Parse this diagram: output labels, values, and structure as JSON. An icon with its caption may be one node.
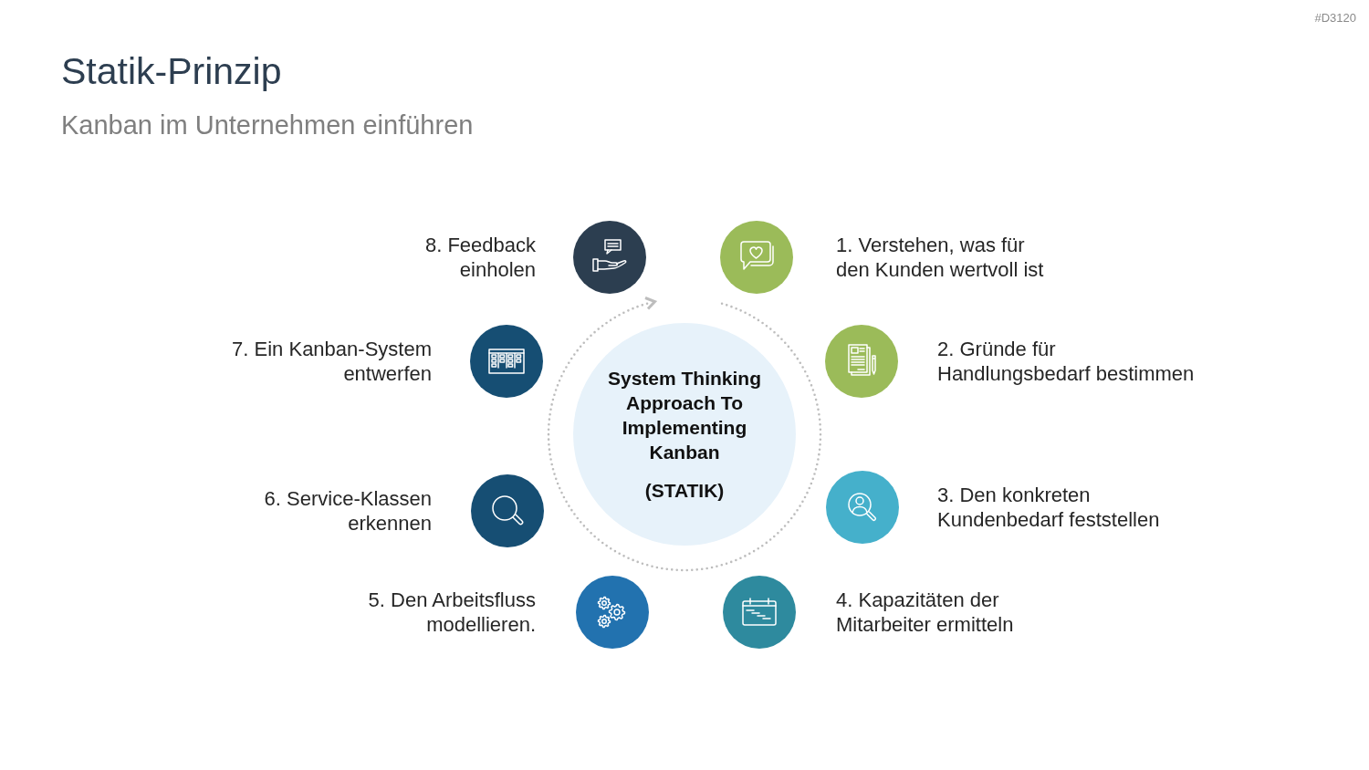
{
  "diagram": {
    "title": "Statik-Prinzip",
    "nodes": [
      {
        "text": [
          "System Thinking Approach To Implementing Kanban",
          "(STATIK)"
        ]
      },
      {
        "text": [],
        "shape": "circle",
        "beside": [
          "1. Verstehen, was für den Kunden wertvoll ist"
        ]
      },
      {
        "text": [],
        "shape": "circle",
        "beside": [
          "2. Gründe für Handlungsbedarf bestimmen"
        ]
      },
      {
        "text": [],
        "shape": "circle",
        "beside": [
          "3. Den konkreten Kundenbedarf feststellen"
        ]
      },
      {
        "text": [],
        "shape": "circle",
        "beside": [
          "4. Kapazitäten der Mitarbeiter ermitteln"
        ]
      },
      {
        "text": [],
        "shape": "circle",
        "beside": [
          "5. Den Arbeitsfluss modellieren."
        ]
      },
      {
        "text": [],
        "shape": "circle",
        "beside": [
          "6. Service-Klassen erkennen"
        ]
      },
      {
        "text": [],
        "shape": "circle",
        "beside": [
          "7. Ein Kanban-System entwerfen"
        ]
      },
      {
        "text": [],
        "shape": "circle",
        "beside": [
          "8. Feedback einholen"
        ]
      }
    ],
    "labels": [
      "#D3120",
      "Kanban im Unternehmen einführen"
    ]
  }
}
